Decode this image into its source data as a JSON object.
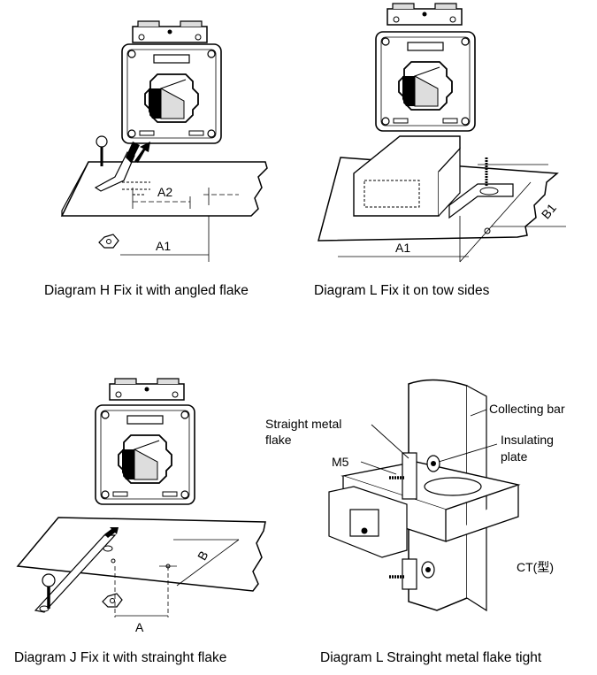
{
  "captions": {
    "h": "Diagram H Fix it with angled flake",
    "l1": "Diagram L Fix it on tow sides",
    "j": "Diagram J Fix it with strainght flake",
    "l2": "Diagram L Strainght metal flake tight"
  },
  "labels": {
    "a1": "A1",
    "a2": "A2",
    "b1": "B1",
    "a": "A",
    "b": "B",
    "straight_metal_1": "Straight metal",
    "straight_metal_2": "flake",
    "m5": "M5",
    "collecting_bar": "Collecting bar",
    "insulating_1": "Insulating",
    "insulating_2": "plate",
    "ct": "CT(型)"
  }
}
